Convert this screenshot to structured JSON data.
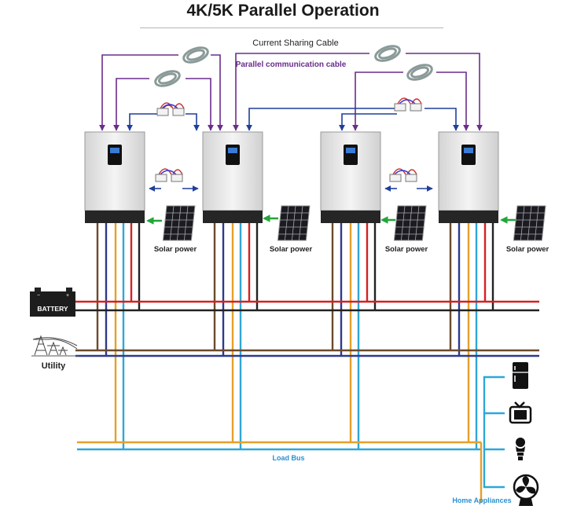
{
  "title": "4K/5K Parallel Operation",
  "labels": {
    "current_sharing_cable": "Current Sharing Cable",
    "parallel_comm_cable": "Parallel communication cable",
    "solar_power": "Solar power",
    "battery": "BATTERY",
    "utility": "Utility",
    "load_bus": "Load Bus",
    "home_appliances": "Home Appliances"
  },
  "colors": {
    "comm_cable": "#6a2d8c",
    "current_cable": "#1f3f9a",
    "battery_pos": "#d62020",
    "battery_neg": "#222222",
    "utility_line": "#6b4a2b",
    "utility_neutral": "#2e3a8c",
    "load_line": "#e6a02a",
    "load_neutral": "#2ea7d8",
    "solar_arrow": "#22a637",
    "inverter_body": "#e9e9e9",
    "inverter_base": "#262626",
    "label_blue": "#2a8fd0"
  },
  "icons": [
    "battery-icon",
    "utility-tower-icon",
    "fridge-icon",
    "tv-icon",
    "bulb-icon",
    "fan-icon",
    "solar-panel-icon",
    "cable-coil-icon",
    "connector-icon"
  ],
  "inverter_count": 4
}
